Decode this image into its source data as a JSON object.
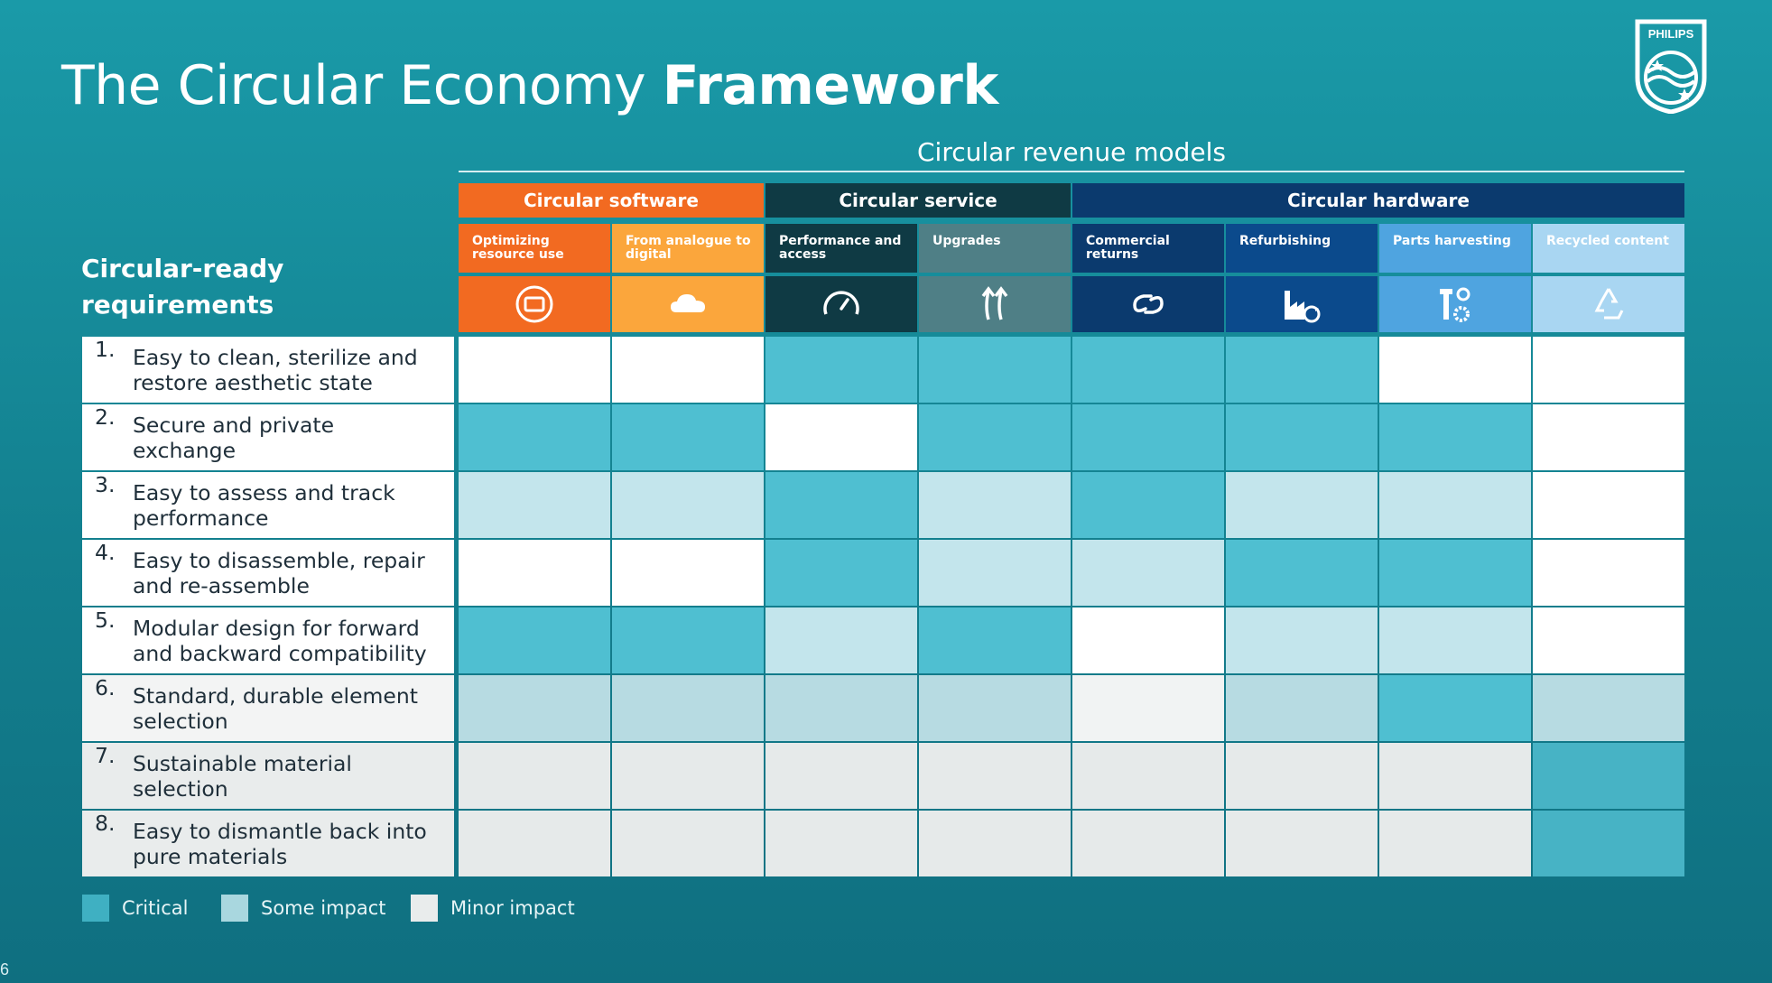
{
  "title": {
    "light": "The Circular Economy",
    "bold": "Framework"
  },
  "logo": {
    "text": "PHILIPS"
  },
  "revenue_models_title": "Circular revenue models",
  "groups": [
    {
      "label": "Circular software",
      "color": "#f26a21"
    },
    {
      "label": "Circular service",
      "color": "#0f3a44"
    },
    {
      "label": "Circular hardware",
      "color": "#0b3a6e"
    }
  ],
  "columns": [
    {
      "label": "Optimizing resource use",
      "icon": "screen-refresh-icon",
      "color": "#f26a21"
    },
    {
      "label": "From analogue to digital",
      "icon": "cloud-icon",
      "color": "#fba63c"
    },
    {
      "label": "Performance and access",
      "icon": "gauge-icon",
      "color": "#0f3a44"
    },
    {
      "label": "Upgrades",
      "icon": "double-arrow-up-icon",
      "color": "#4f7f86"
    },
    {
      "label": "Commercial returns",
      "icon": "link-icon",
      "color": "#0b3a6e"
    },
    {
      "label": "Refurbishing",
      "icon": "factory-refresh-icon",
      "color": "#0b4a8c"
    },
    {
      "label": "Parts harvesting",
      "icon": "tools-gear-icon",
      "color": "#4fa4e0"
    },
    {
      "label": "Recycled content",
      "icon": "recycle-icon",
      "color": "#a9d6f2"
    }
  ],
  "requirements_title": "Circular-ready requirements",
  "rows": [
    {
      "num": "1.",
      "label": "Easy to clean, sterilize and restore aesthetic state",
      "impact": [
        "minor",
        "minor",
        "critical",
        "critical",
        "critical",
        "critical",
        "minor",
        "minor"
      ]
    },
    {
      "num": "2.",
      "label": "Secure and private exchange",
      "impact": [
        "critical",
        "critical",
        "minor",
        "critical",
        "critical",
        "critical",
        "critical",
        "minor"
      ]
    },
    {
      "num": "3.",
      "label": "Easy to assess and track performance",
      "impact": [
        "some",
        "some",
        "critical",
        "some",
        "critical",
        "some",
        "some",
        "minor"
      ]
    },
    {
      "num": "4.",
      "label": "Easy to disassemble, repair and re-assemble",
      "impact": [
        "minor",
        "minor",
        "critical",
        "some",
        "some",
        "critical",
        "critical",
        "minor"
      ]
    },
    {
      "num": "5.",
      "label": "Modular design for forward and backward compatibility",
      "impact": [
        "critical",
        "critical",
        "some",
        "critical",
        "minor",
        "some",
        "some",
        "minor"
      ]
    },
    {
      "num": "6.",
      "label": "Standard, durable element selection",
      "impact": [
        "some",
        "some",
        "some",
        "some",
        "minor",
        "some",
        "critical",
        "some"
      ]
    },
    {
      "num": "7.",
      "label": "Sustainable material selection",
      "impact": [
        "minor",
        "minor",
        "minor",
        "minor",
        "minor",
        "minor",
        "minor",
        "critical"
      ]
    },
    {
      "num": "8.",
      "label": "Easy to dismantle back into pure materials",
      "impact": [
        "minor",
        "minor",
        "minor",
        "minor",
        "minor",
        "minor",
        "minor",
        "critical"
      ]
    }
  ],
  "impact_colors": {
    "critical": "#4fbfd1",
    "some": "#c3e5ec",
    "minor": "#ffffff"
  },
  "legend": [
    {
      "key": "critical",
      "label": "Critical"
    },
    {
      "key": "some",
      "label": "Some impact"
    },
    {
      "key": "minor",
      "label": "Minor impact"
    }
  ],
  "page_number": "6"
}
